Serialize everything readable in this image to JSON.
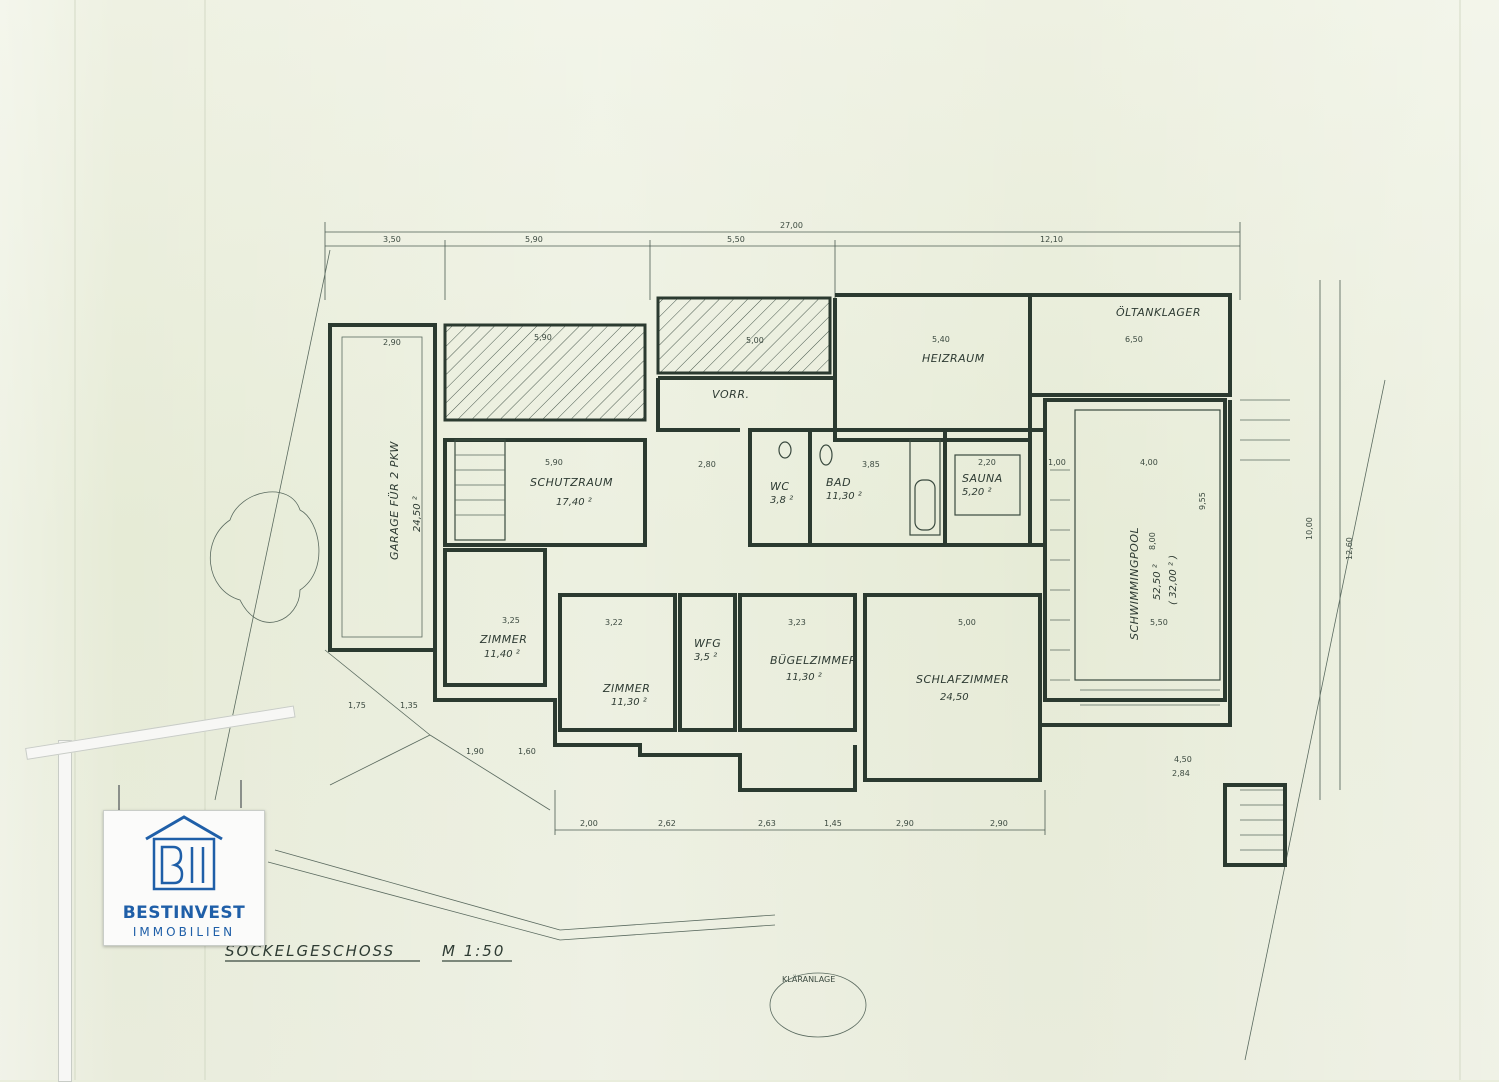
{
  "plan": {
    "title": "SOCKELGESCHOSS",
    "scale": "M 1:50",
    "note": "KLÄRANLAGE",
    "rooms": [
      {
        "id": "garage",
        "name": "GARAGE FÜR 2 PKW",
        "area": "24,50 ²"
      },
      {
        "id": "schutzraum",
        "name": "SCHUTZRAUM",
        "area": "17,40 ²"
      },
      {
        "id": "vorr",
        "name": "VORR."
      },
      {
        "id": "heizraum",
        "name": "HEIZRAUM"
      },
      {
        "id": "oeltank",
        "name": "ÖLTANKLAGER"
      },
      {
        "id": "wc",
        "name": "WC",
        "area": "3,8 ²"
      },
      {
        "id": "bad",
        "name": "BAD",
        "area": "11,30 ²"
      },
      {
        "id": "sauna",
        "name": "SAUNA",
        "area": "5,20 ²"
      },
      {
        "id": "pool",
        "name": "SCHWIMMINGPOOL",
        "area": "52,50 ²",
        "sub": "( 32,00 ² )"
      },
      {
        "id": "zimmer1",
        "name": "ZIMMER",
        "area": "11,40 ²"
      },
      {
        "id": "zimmer2",
        "name": "ZIMMER",
        "area": "11,30 ²"
      },
      {
        "id": "wfg",
        "name": "WFG",
        "area": "3,5 ²"
      },
      {
        "id": "buegel",
        "name": "BÜGELZIMMER",
        "area": "11,30 ²"
      },
      {
        "id": "schlaf",
        "name": "SCHLAFZIMMER",
        "area": "24,50"
      }
    ],
    "dims_top": [
      "27,00",
      "3,50",
      "5,90",
      "5,50",
      "12,10"
    ],
    "dims_bottom": [
      "2,00",
      "2,62",
      "2,63",
      "1,45",
      "2,90",
      "2,90"
    ],
    "dims_misc": [
      "5,90",
      "5,00",
      "5,40",
      "6,50",
      "2,90",
      "4,00",
      "5,90",
      "1,00",
      "2,20",
      "3,85",
      "3,25",
      "3,22",
      "3,23",
      "5,00",
      "5,50",
      "8,00",
      "9,55",
      "10,00",
      "12,60",
      "1,75",
      "1,35",
      "1,90",
      "1,60",
      "4,50",
      "2,84",
      "2,80"
    ]
  },
  "brand": {
    "name": "BESTINVEST",
    "sub": "IMMOBILIEN",
    "color": "#1f5fa8"
  }
}
